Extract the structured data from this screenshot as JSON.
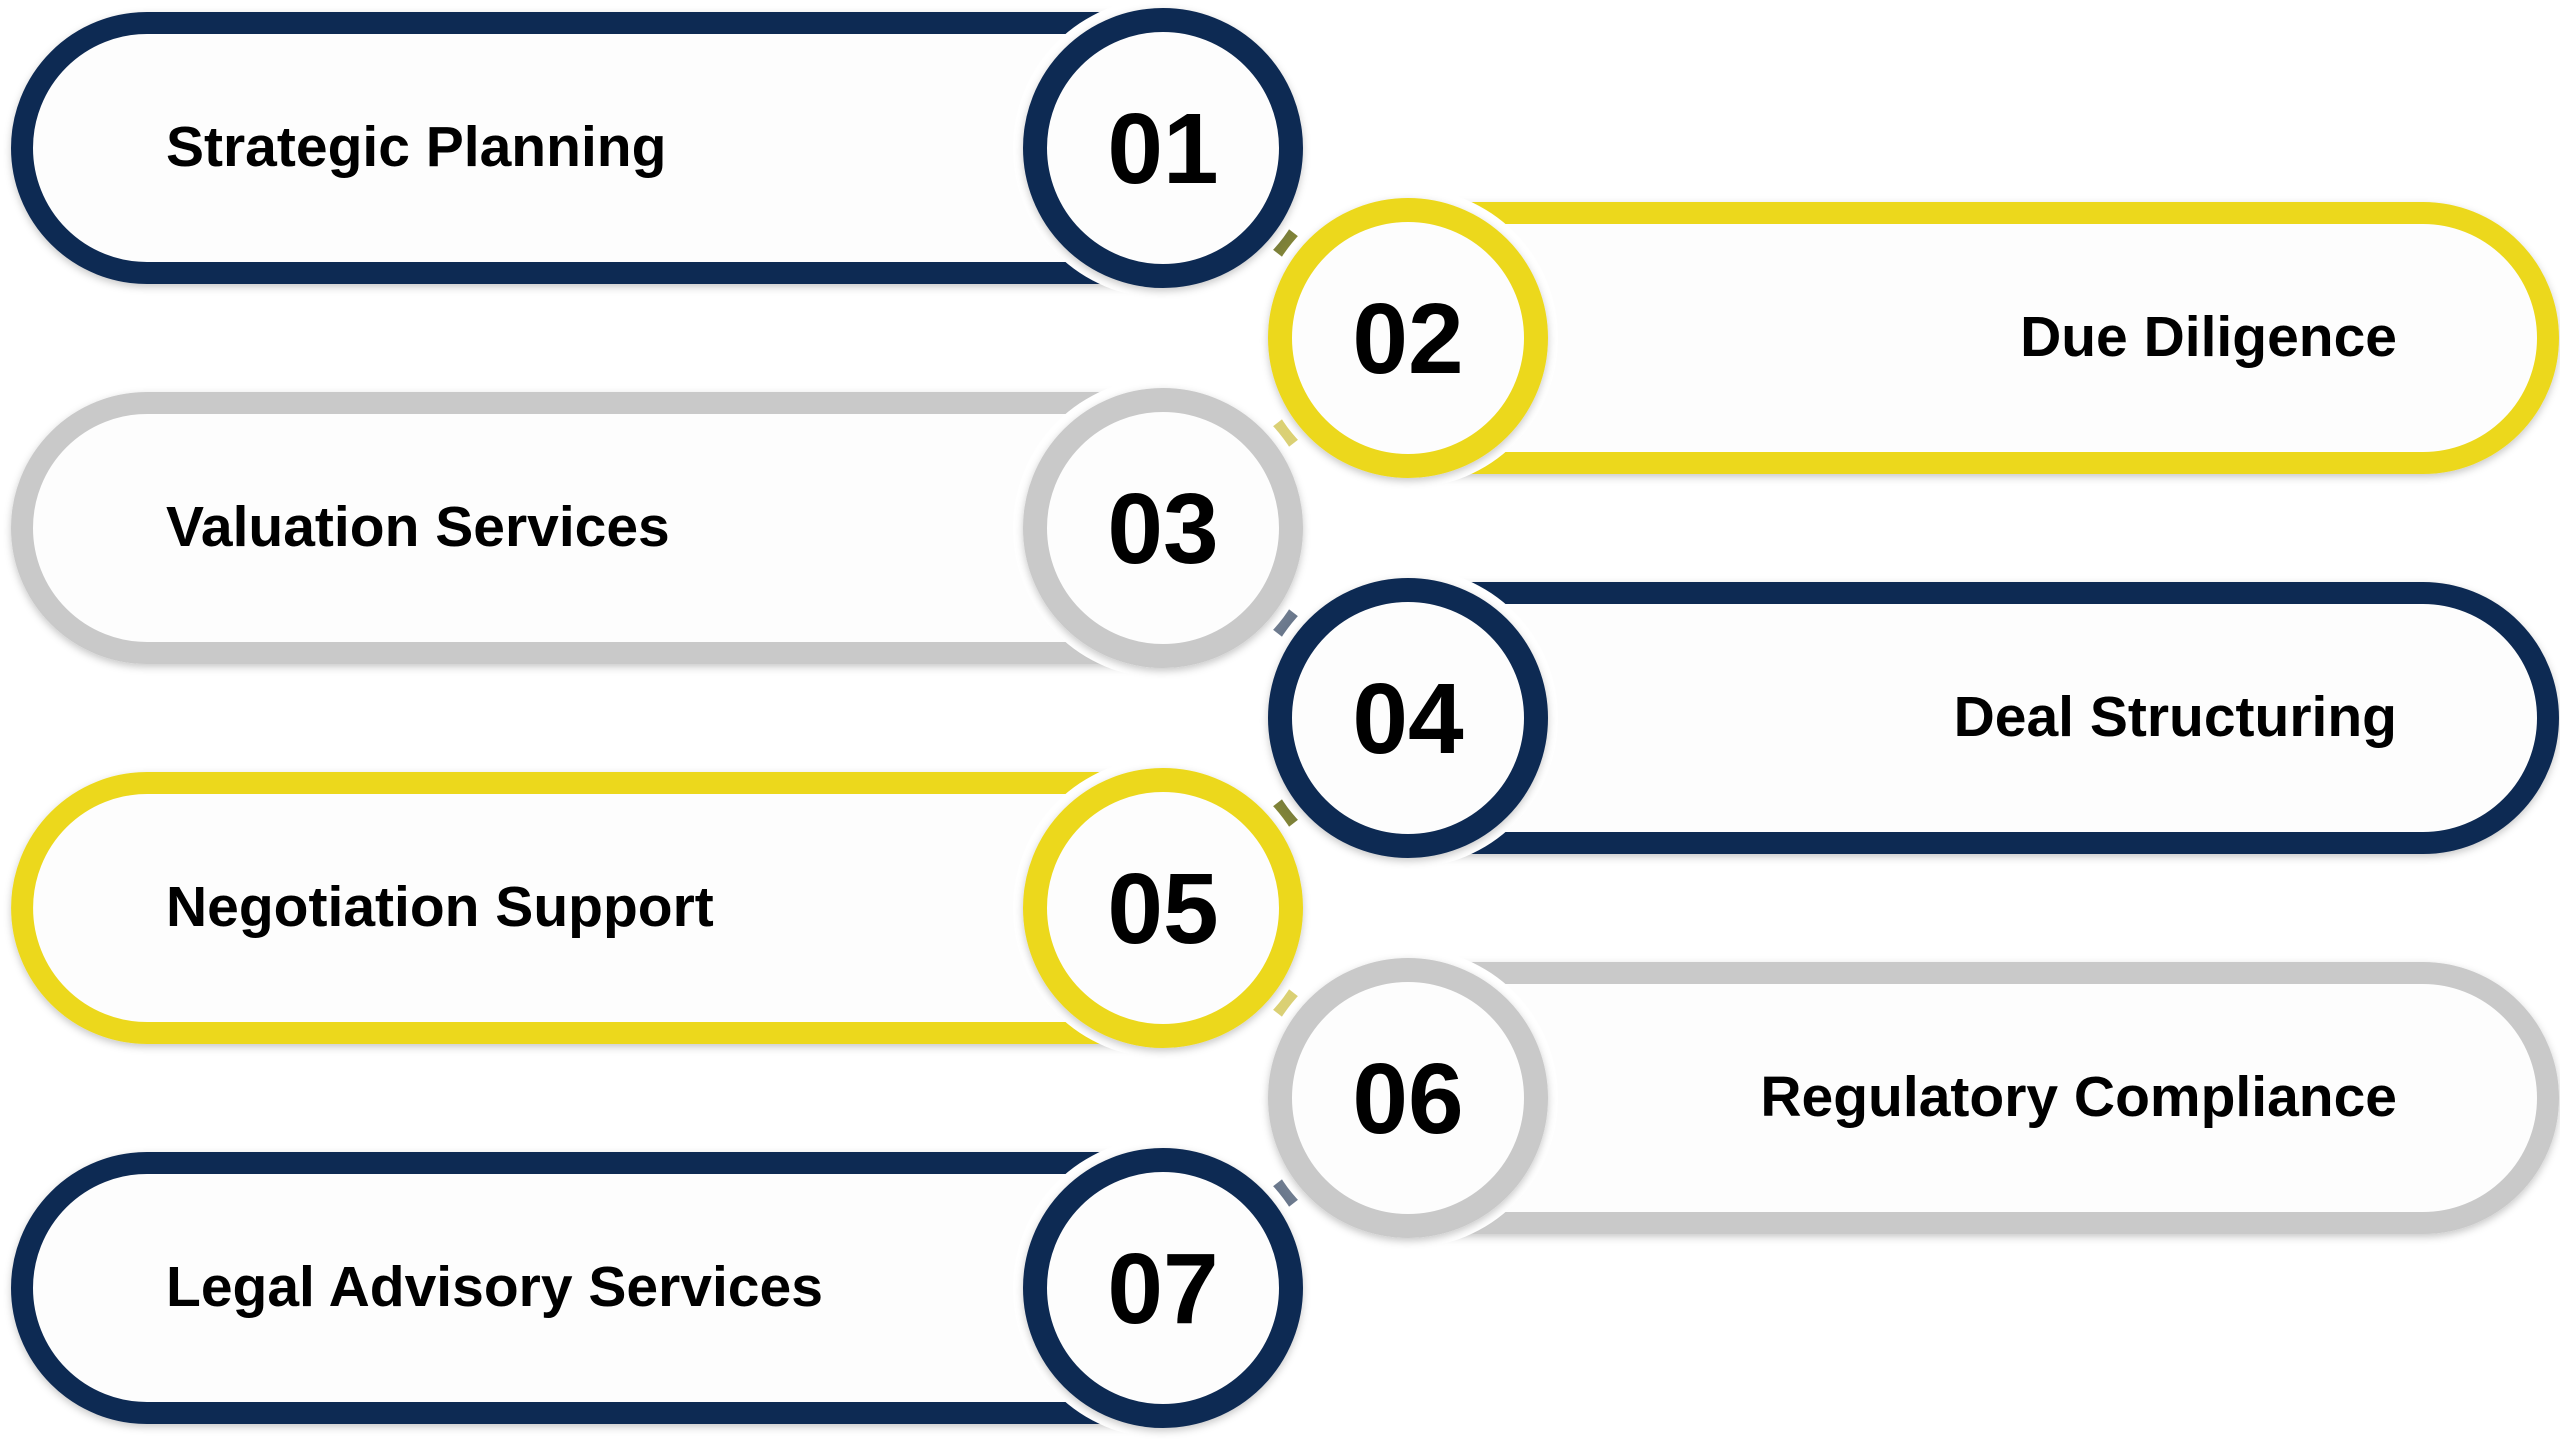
{
  "palette": {
    "navy": "#0f2a52",
    "yellow": "#ecd81f",
    "gray": "#c9c9c9",
    "fill": "#fdfdfd",
    "text": "#000000"
  },
  "steps": [
    {
      "number": "01",
      "label": "Strategic Planning",
      "color": "navy",
      "side": "left"
    },
    {
      "number": "02",
      "label": "Due Diligence",
      "color": "yellow",
      "side": "right"
    },
    {
      "number": "03",
      "label": "Valuation Services",
      "color": "gray",
      "side": "left"
    },
    {
      "number": "04",
      "label": "Deal Structuring",
      "color": "navy",
      "side": "right"
    },
    {
      "number": "05",
      "label": "Negotiation Support",
      "color": "yellow",
      "side": "left"
    },
    {
      "number": "06",
      "label": "Regulatory Compliance",
      "color": "gray",
      "side": "right"
    },
    {
      "number": "07",
      "label": "Legal Advisory Services",
      "color": "navy",
      "side": "left"
    }
  ]
}
